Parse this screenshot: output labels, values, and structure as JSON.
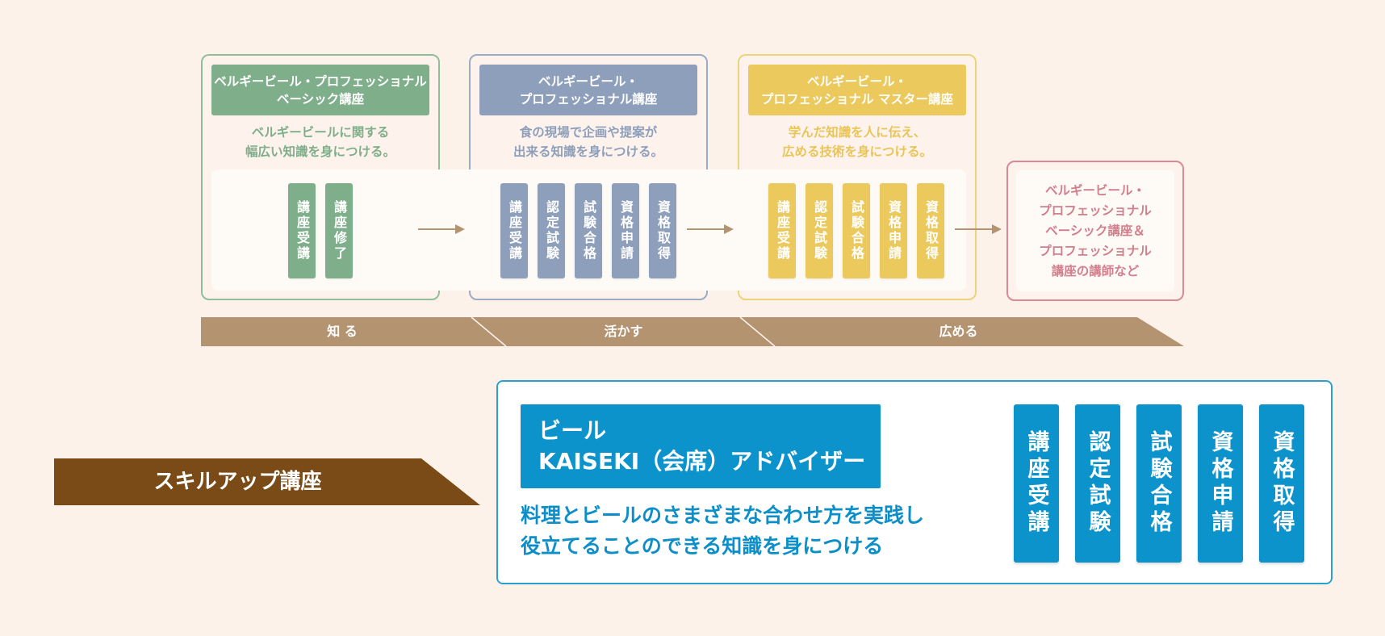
{
  "courses": [
    {
      "title": [
        "ベルギービール・プロフェッショナル",
        "ベーシック講座"
      ],
      "desc": [
        "ベルギービールに関する",
        "幅広い知識を身につける。"
      ],
      "steps": [
        "講座受講",
        "講座修了"
      ],
      "color": "#7fae8b"
    },
    {
      "title": [
        "ベルギービール・",
        "プロフェッショナル講座"
      ],
      "desc": [
        "食の現場で企画や提案が",
        "出来る知識を身につける。"
      ],
      "steps": [
        "講座受講",
        "認定試験",
        "試験合格",
        "資格申請",
        "資格取得"
      ],
      "color": "#8e9fbb"
    },
    {
      "title": [
        "ベルギービール・",
        "プロフェッショナル マスター講座"
      ],
      "desc": [
        "学んだ知識を人に伝え、",
        "広める技術を身につける。"
      ],
      "steps": [
        "講座受講",
        "認定試験",
        "試験合格",
        "資格申請",
        "資格取得"
      ],
      "color": "#ebc95c"
    }
  ],
  "goal": {
    "lines": [
      "ベルギービール・",
      "プロフェッショナル",
      "ベーシック講座＆",
      "プロフェッショナル",
      "講座の講師など"
    ],
    "color": "#d17f8c"
  },
  "stages": [
    "知 る",
    "活かす",
    "広める"
  ],
  "stage_color": "#b49371",
  "skill_up": {
    "tag": "スキルアップ講座",
    "tag_color": "#7a4a17",
    "title": [
      "ビール",
      "KAISEKI（会席）アドバイザー"
    ],
    "desc": [
      "料理とビールのさまざまな合わせ方を実践し",
      "役立てることのできる知識を身につける"
    ],
    "steps": [
      "講座受講",
      "認定試験",
      "試験合格",
      "資格申請",
      "資格取得"
    ],
    "color": "#0c93cb"
  }
}
